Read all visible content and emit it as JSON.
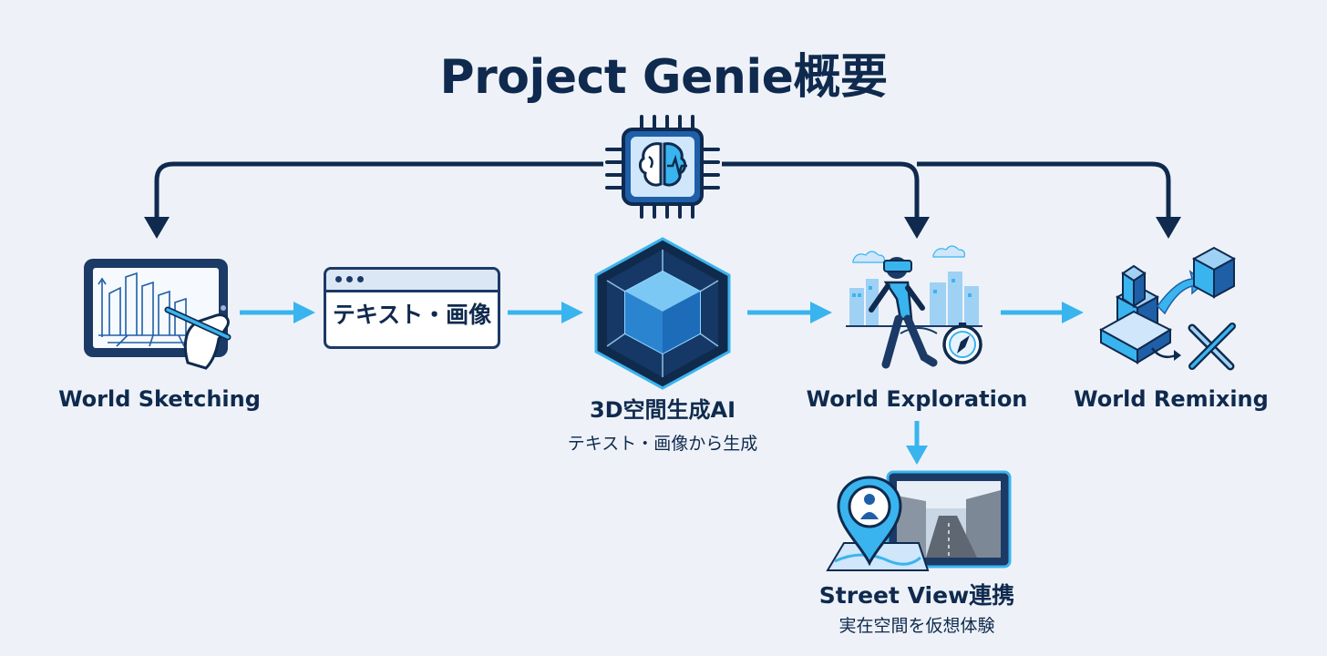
{
  "title": "Project Genie概要",
  "input_box": {
    "text": "テキスト・画像"
  },
  "nodes": {
    "sketching": {
      "label": "World Sketching"
    },
    "generator": {
      "label": "3D空間生成AI",
      "sub": "テキスト・画像から生成"
    },
    "exploration": {
      "label": "World Exploration"
    },
    "remixing": {
      "label": "World Remixing"
    },
    "streetview": {
      "label": "Street View連携",
      "sub": "実在空間を仮想体験"
    }
  },
  "colors": {
    "navy": "#0f2a4e",
    "accent": "#3ab4ee",
    "deep_blue": "#1e5fa8",
    "background": "#eef2f8"
  },
  "icons": {
    "ai-chip": "brain-chip-icon",
    "sketching": "tablet-sketch-icon",
    "generator": "glowing-cube-icon",
    "exploration": "vr-walker-icon",
    "remixing": "cube-remix-icon",
    "streetview": "map-pin-street-icon"
  }
}
